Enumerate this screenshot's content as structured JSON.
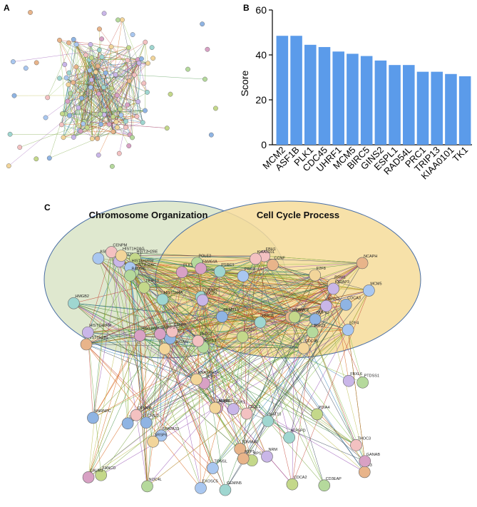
{
  "panels": {
    "a_label": "A",
    "b_label": "B",
    "c_label": "C"
  },
  "chart_data": [
    {
      "type": "bar",
      "ylabel": "Score",
      "xlabel": "",
      "ylim": [
        0,
        60
      ],
      "yticks": [
        0,
        20,
        40,
        60
      ],
      "bar_color": "#5b9bea",
      "categories": [
        "MCM2",
        "ASF1B",
        "PLK1",
        "CDC45",
        "UHRF1",
        "MCM5",
        "BIRC5",
        "GINS2",
        "ESPL1",
        "RAD54L",
        "PRC1",
        "TRIP13",
        "KIAA0101",
        "TK1"
      ],
      "values": [
        48.5,
        48.5,
        44.5,
        43.5,
        41.5,
        40.5,
        39.5,
        37.5,
        35.5,
        35.5,
        32.5,
        32.5,
        31.5,
        30.5
      ]
    }
  ],
  "network_c": {
    "set_left_label": "Chromosome Organization",
    "set_right_label": "Cell Cycle Process",
    "left_color": "#dfe8cf",
    "right_color": "#f6dc9a",
    "nodes": [
      {
        "id": "ASF1B"
      },
      {
        "id": "HIST2H2AC"
      },
      {
        "id": "CENPM"
      },
      {
        "id": "HIST1H2AJ"
      },
      {
        "id": "HIST1H2AH"
      },
      {
        "id": "HIST1H4A"
      },
      {
        "id": "HIST1H2AB"
      },
      {
        "id": "HIST2H2BE"
      },
      {
        "id": "HIST1H2BL"
      },
      {
        "id": "UHRF1"
      },
      {
        "id": "HIST1H2BM"
      },
      {
        "id": "RAD54L"
      },
      {
        "id": "CENPF"
      },
      {
        "id": "HIST1H2AM"
      },
      {
        "id": "HIST1H2AG"
      },
      {
        "id": "HMGB2"
      },
      {
        "id": "SMRP1"
      },
      {
        "id": "TRIP13"
      },
      {
        "id": "MCM2"
      },
      {
        "id": "NUP62"
      },
      {
        "id": "MCM5"
      },
      {
        "id": "POLE2"
      },
      {
        "id": "FBH1"
      },
      {
        "id": "GINS2"
      },
      {
        "id": "RRM1"
      },
      {
        "id": "PSRC1"
      },
      {
        "id": "PLK1"
      },
      {
        "id": "CDC6"
      },
      {
        "id": "NCAPH"
      },
      {
        "id": "CDCA3"
      },
      {
        "id": "PRC1"
      },
      {
        "id": "ESPL1"
      },
      {
        "id": "TACC3"
      },
      {
        "id": "IQGAP3"
      },
      {
        "id": "E2F8"
      },
      {
        "id": "CDKN2C"
      },
      {
        "id": "FAM64A"
      },
      {
        "id": "MYBL2"
      },
      {
        "id": "CCNF"
      },
      {
        "id": "PKMYT1"
      },
      {
        "id": "E2F4"
      },
      {
        "id": "BIRC5"
      },
      {
        "id": "KIAA0101"
      },
      {
        "id": "CDC20"
      },
      {
        "id": "CDC45"
      },
      {
        "id": "PRR11"
      },
      {
        "id": "TDP1"
      },
      {
        "id": "FANCD"
      },
      {
        "id": "ID3"
      },
      {
        "id": "ID1"
      },
      {
        "id": "SPATA33"
      },
      {
        "id": "CD3EAP"
      },
      {
        "id": "DTYMK"
      },
      {
        "id": "CDK1"
      },
      {
        "id": "RNASEH2A"
      },
      {
        "id": "NAT10"
      },
      {
        "id": "ALYREF"
      },
      {
        "id": "RPS28"
      },
      {
        "id": "TOMM40"
      },
      {
        "id": "CMC2"
      },
      {
        "id": "EXOSC5"
      },
      {
        "id": "NOC4L"
      },
      {
        "id": "THOC3"
      },
      {
        "id": "FBXL6"
      },
      {
        "id": "SRSF6"
      },
      {
        "id": "GEMIN5"
      },
      {
        "id": "GANAB"
      },
      {
        "id": "PDIA4"
      },
      {
        "id": "RTP1"
      },
      {
        "id": "HNRNPC"
      },
      {
        "id": "TONSL"
      },
      {
        "id": "PTDSS1"
      },
      {
        "id": "C1QL1"
      },
      {
        "id": "NRM"
      },
      {
        "id": "LMNB1"
      },
      {
        "id": "ATP5PD"
      },
      {
        "id": "CALM3"
      },
      {
        "id": "CDCA2"
      }
    ]
  }
}
